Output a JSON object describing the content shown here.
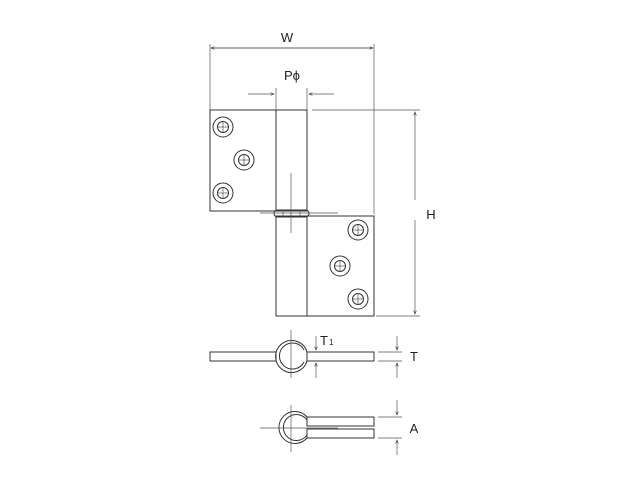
{
  "labels": {
    "width": "W",
    "pin_diameter": "Pϕ",
    "height": "H",
    "thickness_t1": "T",
    "thickness_t1_sub": "1",
    "thickness": "T",
    "assembled_thickness": "A"
  },
  "colors": {
    "line": "#333333",
    "background": "#ffffff"
  }
}
